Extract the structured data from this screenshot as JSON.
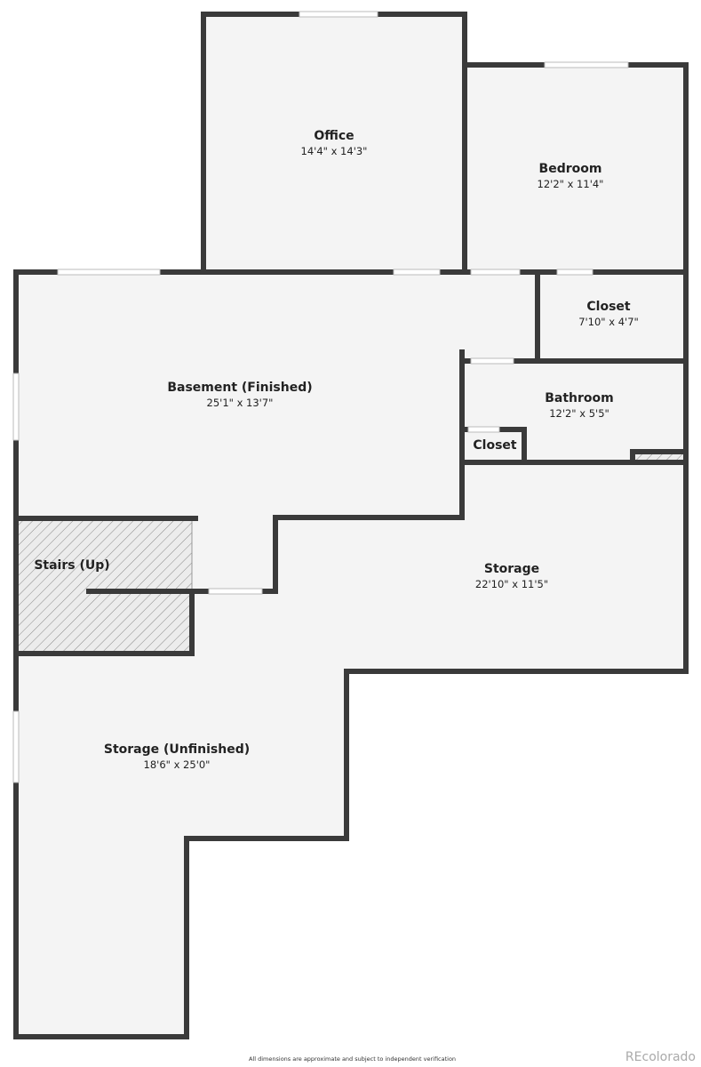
{
  "rooms": [
    {
      "name": "Office",
      "dims": "14'4\" x 14'3\""
    },
    {
      "name": "Bedroom",
      "dims": "12'2\" x 11'4\""
    },
    {
      "name": "Closet",
      "dims": "7'10\" x 4'7\""
    },
    {
      "name": "Basement (Finished)",
      "dims": "25'1\" x 13'7\""
    },
    {
      "name": "Bathroom",
      "dims": "12'2\" x 5'5\""
    },
    {
      "name": "Closet",
      "dims": ""
    },
    {
      "name": "Stairs (Up)",
      "dims": ""
    },
    {
      "name": "Storage",
      "dims": "22'10\" x 11'5\""
    },
    {
      "name": "Storage (Unfinished)",
      "dims": "18'6\" x 25'0\""
    }
  ],
  "footer": {
    "disclaimer": "All dimensions are approximate and subject to independent verification",
    "brand": "REcolorado"
  },
  "colors": {
    "wall": "#3a3a3a",
    "floor": "#f4f4f4",
    "window": "#ffffff"
  }
}
